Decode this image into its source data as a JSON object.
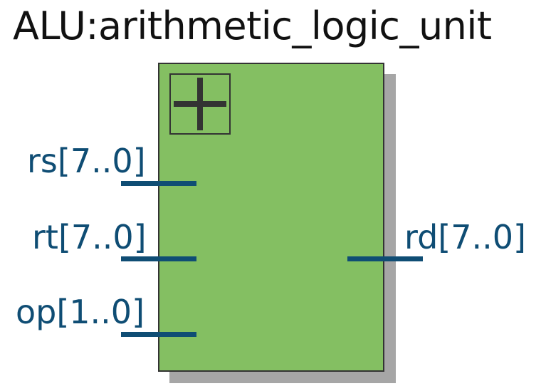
{
  "title": "ALU:arithmetic_logic_unit",
  "block": {
    "icon": "plus-icon",
    "fill_color": "#84bf62",
    "border_color": "#333333"
  },
  "ports": {
    "inputs": [
      {
        "name": "rs[7..0]"
      },
      {
        "name": "rt[7..0]"
      },
      {
        "name": "op[1..0]"
      }
    ],
    "outputs": [
      {
        "name": "rd[7..0]"
      }
    ]
  },
  "colors": {
    "wire": "#0f4d74",
    "shadow": "#a6a6a6"
  }
}
